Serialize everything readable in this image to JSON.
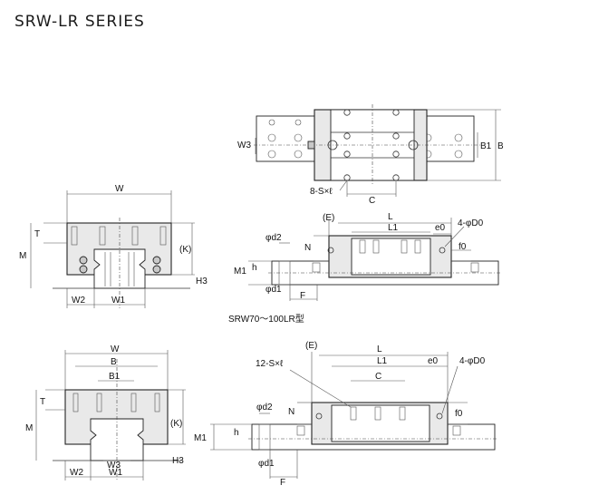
{
  "title": "SRW-LR SERIES",
  "caption": "SRW70～100LR型",
  "labels": {
    "top": {
      "W3": "W3",
      "B1": "B1",
      "B": "B",
      "C": "C",
      "S": "8-S×ℓ"
    },
    "upper_front": {
      "W": "W",
      "T": "T",
      "M": "M",
      "K": "(K)",
      "H3": "H3",
      "W2": "W2",
      "W1": "W1"
    },
    "upper_side": {
      "E": "(E)",
      "L": "L",
      "L1": "L1",
      "e0": "e0",
      "D0": "4-φD0",
      "d2": "φd2",
      "N": "N",
      "f0": "f0",
      "M1": "M1",
      "h": "h",
      "d1": "φd1",
      "F": "F"
    },
    "lower_front": {
      "W": "W",
      "B": "B",
      "B1": "B1",
      "T": "T",
      "M": "M",
      "K": "(K)",
      "W3": "W3",
      "H3": "H3",
      "W2": "W2",
      "W1": "W1"
    },
    "lower_side": {
      "E": "(E)",
      "L": "L",
      "S": "12-S×ℓ",
      "L1": "L1",
      "e0": "e0",
      "D0": "4-φD0",
      "C": "C",
      "d2": "φd2",
      "N": "N",
      "f0": "f0",
      "M1": "M1",
      "h": "h",
      "d1": "φd1",
      "F": "F"
    }
  }
}
